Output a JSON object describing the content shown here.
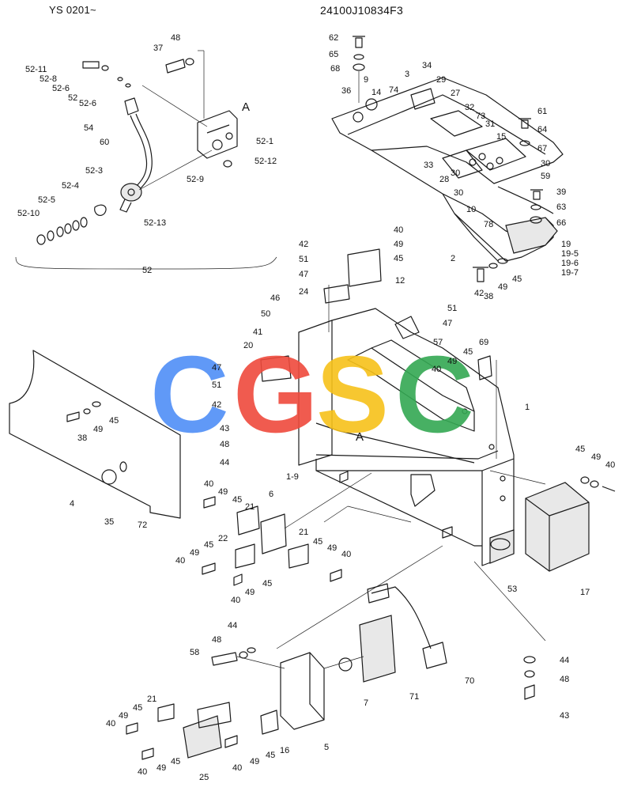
{
  "header": {
    "left": "YS 0201~",
    "right": "24100J10834F3"
  },
  "callouts": {
    "c62": "62",
    "c65": "65",
    "c68": "68",
    "c9": "9",
    "c14": "14",
    "c36": "36",
    "c74": "74",
    "c3": "3",
    "c34": "34",
    "c29": "29",
    "c27": "27",
    "c32": "32",
    "c73": "73",
    "c31": "31",
    "c61": "61",
    "c64": "64",
    "c67": "67",
    "c15": "15",
    "c33": "33",
    "c28": "28",
    "c30a": "30",
    "c30b": "30",
    "c30c": "30",
    "c59": "59",
    "c39": "39",
    "c63": "63",
    "c66": "66",
    "c10": "10",
    "c78": "78",
    "c19": "19",
    "c195": "19-5",
    "c196": "19-6",
    "c197": "19-7",
    "c2": "2",
    "c48a": "48",
    "c37": "37",
    "c5211": "52-11",
    "c528": "52-8",
    "c526a": "52-6",
    "c52a": "52",
    "c526b": "52-6",
    "cA1": "A",
    "c54": "54",
    "c60": "60",
    "c521": "52-1",
    "c529": "52-9",
    "c5212": "52-12",
    "c523": "52-3",
    "c524": "52-4",
    "c525": "52-5",
    "c5210": "52-10",
    "c5213": "52-13",
    "c52b": "52",
    "c40a": "40",
    "c49a": "49",
    "c45a": "45",
    "c42a": "42",
    "c51a": "51",
    "c47a": "47",
    "c12": "12",
    "c24": "24",
    "c42b": "42",
    "c51b": "51",
    "c47b": "47",
    "c46": "46",
    "c50": "50",
    "c41": "41",
    "c57": "57",
    "c20": "20",
    "c69": "69",
    "c45b": "45",
    "c49b": "49",
    "c40b": "40",
    "c47c": "47",
    "c51c": "51",
    "c42c": "42",
    "c43a": "43",
    "c48b": "48",
    "c44a": "44",
    "c19b": "1-9",
    "cA2": "A",
    "c1": "1",
    "c38a": "38",
    "c49c": "49",
    "c45c": "45",
    "c38b": "38",
    "c49d": "49",
    "c45d": "45",
    "c4": "4",
    "c35": "35",
    "c72": "72",
    "c45e": "45",
    "c49e": "49",
    "c40c": "40",
    "c17": "17",
    "c40d": "40",
    "c49f": "49",
    "c45f": "45",
    "c21a": "21",
    "c6": "6",
    "c22": "22",
    "c45g": "45",
    "c49g": "49",
    "c40e": "40",
    "c21b": "21",
    "c45h": "45",
    "c49h": "49",
    "c40f": "40",
    "c40g": "40",
    "c49i": "49",
    "c45i": "45",
    "c53": "53",
    "c44b": "44",
    "c48c": "48",
    "c58": "58",
    "c7": "7",
    "c71": "71",
    "c70": "70",
    "c44c": "44",
    "c48d": "48",
    "c43b": "43",
    "c21c": "21",
    "c45j": "45",
    "c49j": "49",
    "c40h": "40",
    "c5": "5",
    "c16": "16",
    "c40i": "40",
    "c49k": "49",
    "c45k": "45",
    "c40j": "40",
    "c49l": "49",
    "c45l": "45",
    "c25": "25"
  },
  "watermark": {
    "text": "CGSC",
    "letters": [
      "C",
      "G",
      "S",
      "C"
    ],
    "colors": [
      "#4f8ef7",
      "#ef4a3c",
      "#f7c21a",
      "#34a853"
    ]
  }
}
